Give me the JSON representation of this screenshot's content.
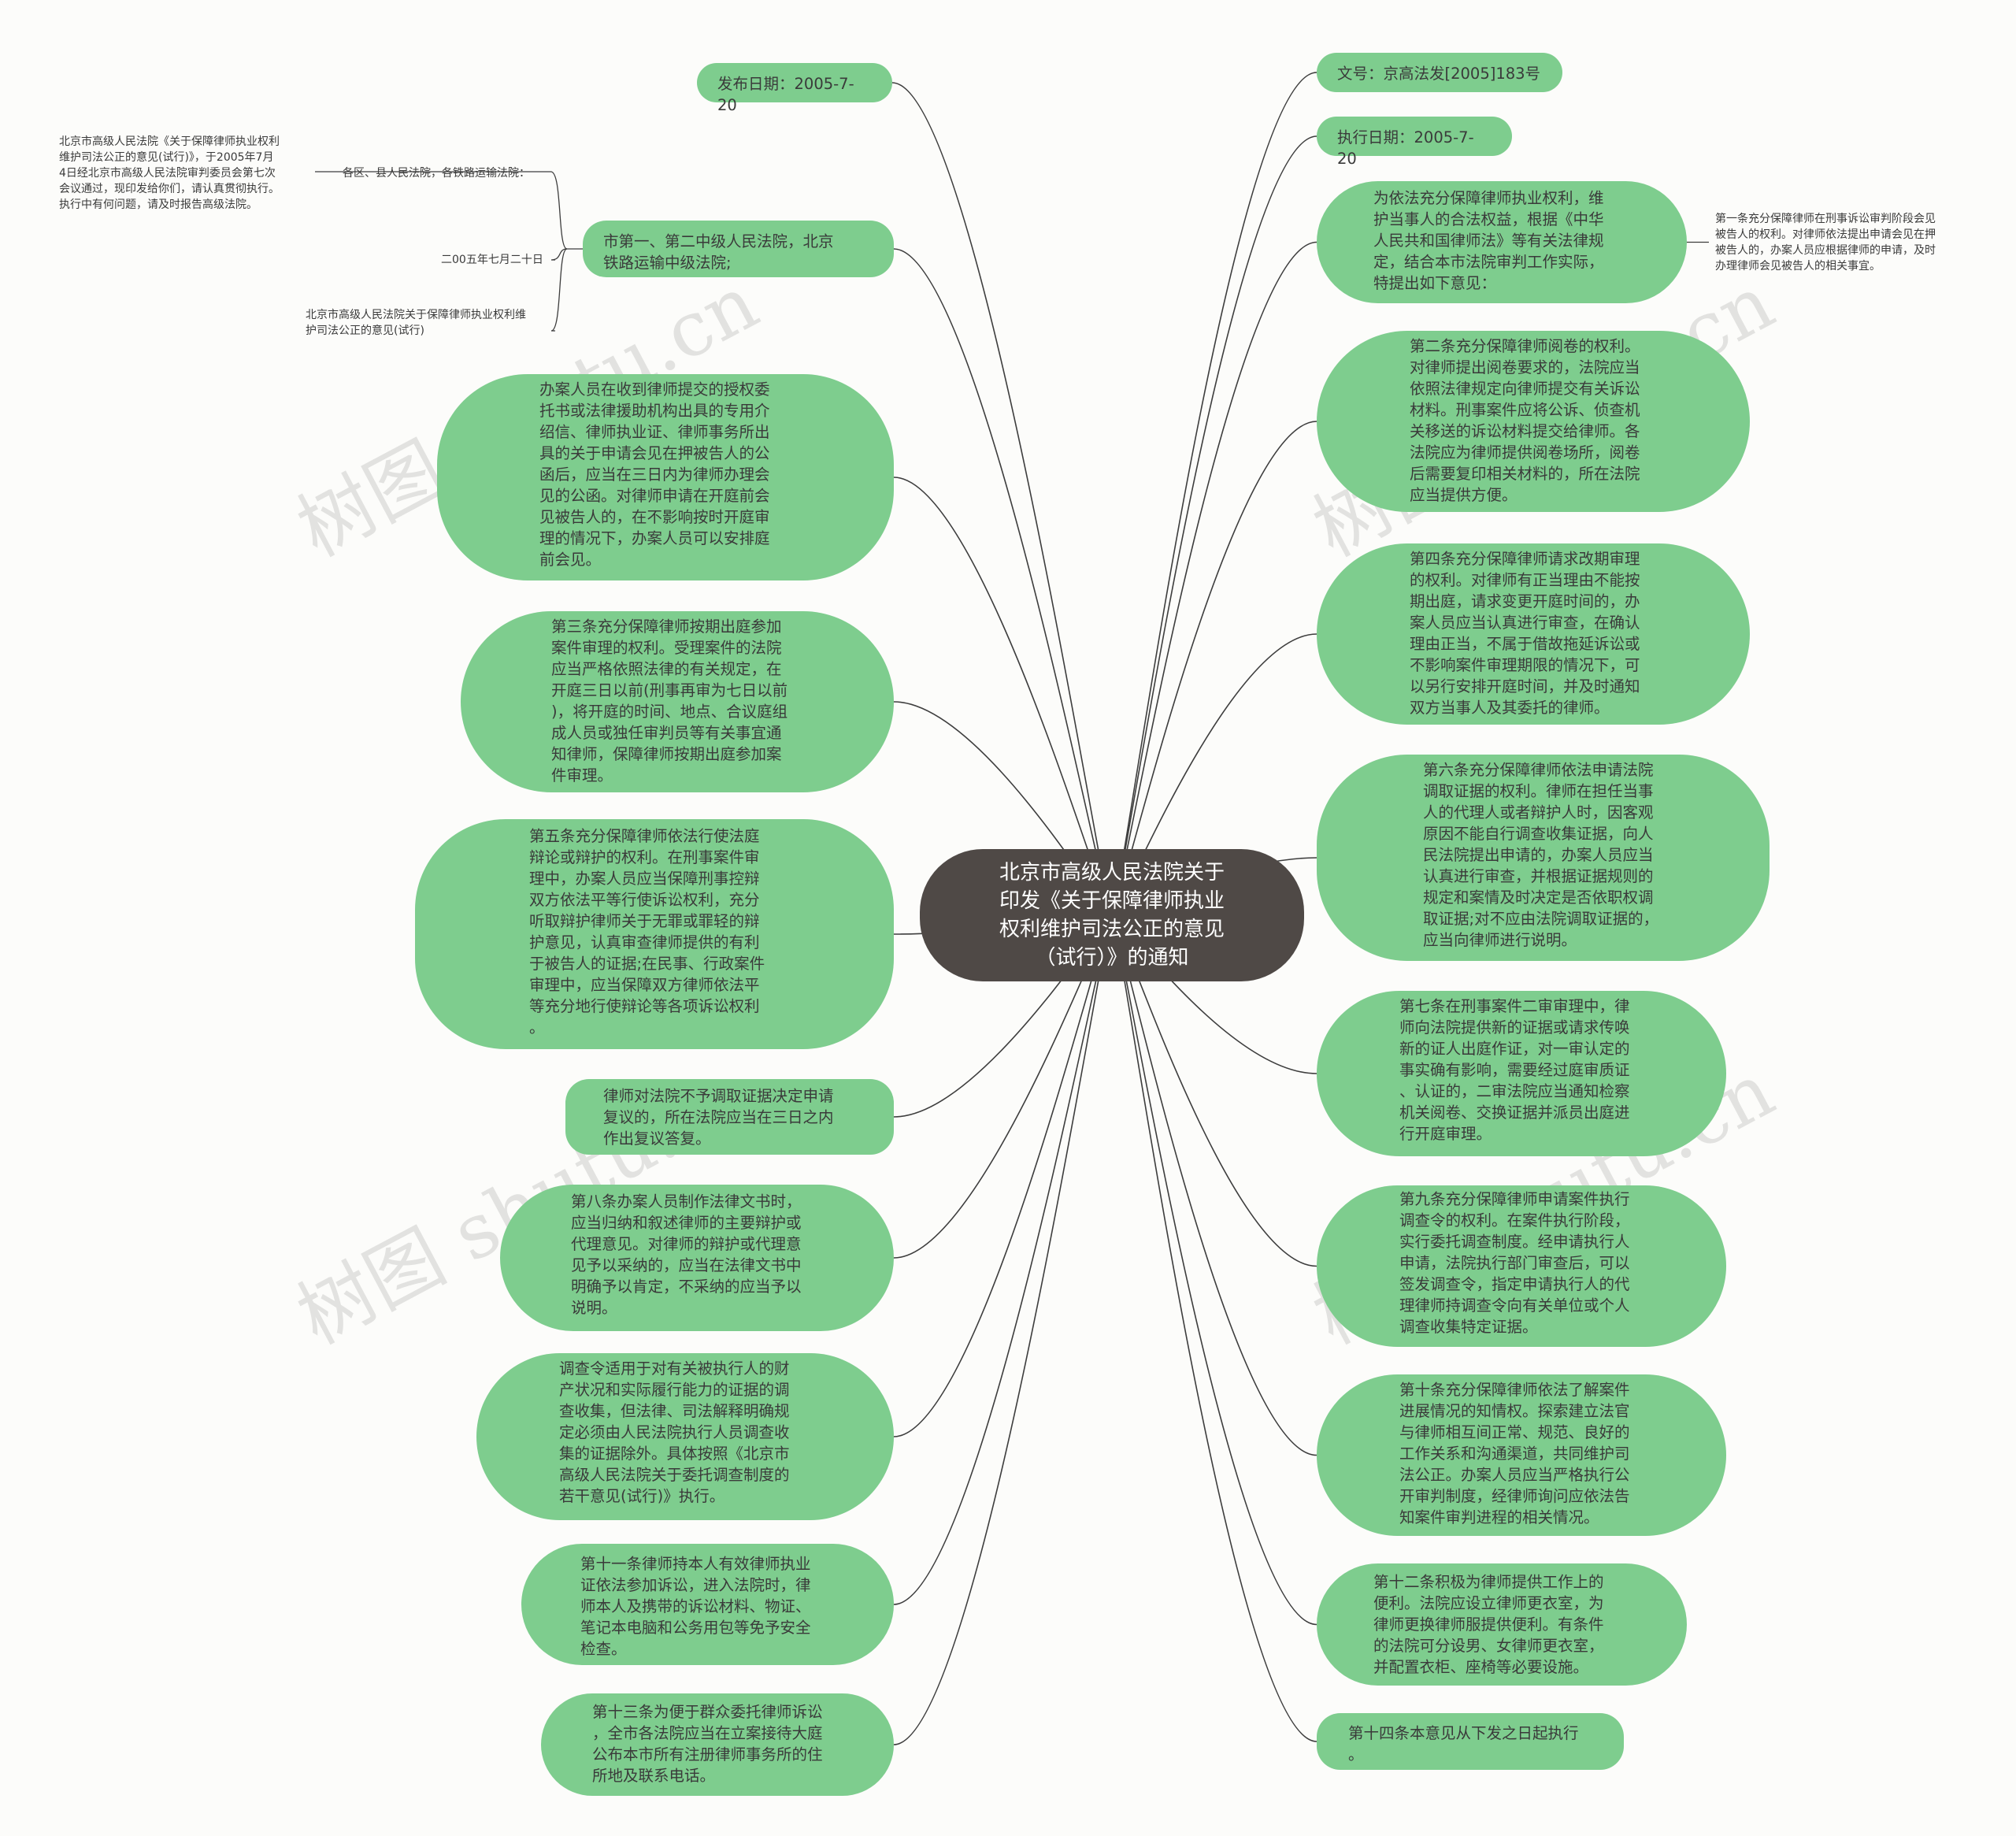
{
  "root": "北京市高级人民法院关于\n印发《关于保障律师执业\n权利维护司法公正的意见\n（试行）》的通知",
  "left": [
    {
      "text": "发布日期：2005-7-20"
    },
    {
      "text": "市第一、第二中级人民法院，北京\n铁路运输中级法院;"
    },
    {
      "text": "办案人员在收到律师提交的授权委\n托书或法律援助机构出具的专用介\n绍信、律师执业证、律师事务所出\n具的关于申请会见在押被告人的公\n函后，应当在三日内为律师办理会\n见的公函。对律师申请在开庭前会\n见被告人的，在不影响按时开庭审\n理的情况下，办案人员可以安排庭\n前会见。"
    },
    {
      "text": "第三条充分保障律师按期出庭参加\n案件审理的权利。受理案件的法院\n应当严格依照法律的有关规定，在\n开庭三日以前(刑事再审为七日以前\n)，将开庭的时间、地点、合议庭组\n成人员或独任审判员等有关事宜通\n知律师，保障律师按期出庭参加案\n件审理。"
    },
    {
      "text": "第五条充分保障律师依法行使法庭\n辩论或辩护的权利。在刑事案件审\n理中，办案人员应当保障刑事控辩\n双方依法平等行使诉讼权利，充分\n听取辩护律师关于无罪或罪轻的辩\n护意见，认真审查律师提供的有利\n于被告人的证据;在民事、行政案件\n审理中，应当保障双方律师依法平\n等充分地行使辩论等各项诉讼权利\n。"
    },
    {
      "text": "律师对法院不予调取证据决定申请\n复议的，所在法院应当在三日之内\n作出复议答复。"
    },
    {
      "text": "第八条办案人员制作法律文书时，\n应当归纳和叙述律师的主要辩护或\n代理意见。对律师的辩护或代理意\n见予以采纳的，应当在法律文书中\n明确予以肯定，不采纳的应当予以\n说明。"
    },
    {
      "text": "调查令适用于对有关被执行人的财\n产状况和实际履行能力的证据的调\n查收集，但法律、司法解释明确规\n定必须由人民法院执行人员调查收\n集的证据除外。具体按照《北京市\n高级人民法院关于委托调查制度的\n若干意见(试行)》执行。"
    },
    {
      "text": "第十一条律师持本人有效律师执业\n证依法参加诉讼，进入法院时，律\n师本人及携带的诉讼材料、物证、\n笔记本电脑和公务用包等免予安全\n检查。"
    },
    {
      "text": "第十三条为便于群众委托律师诉讼\n，全市各法院应当在立案接待大庭\n公布本市所有注册律师事务所的住\n所地及联系电话。"
    }
  ],
  "right": [
    {
      "text": "文号：京高法发[2005]183号"
    },
    {
      "text": "执行日期：2005-7-20"
    },
    {
      "text": "为依法充分保障律师执业权利，维\n护当事人的合法权益，根据《中华\n人民共和国律师法》等有关法律规\n定，结合本市法院审判工作实际，\n特提出如下意见："
    },
    {
      "text": "第二条充分保障律师阅卷的权利。\n对律师提出阅卷要求的，法院应当\n依照法律规定向律师提交有关诉讼\n材料。刑事案件应将公诉、侦查机\n关移送的诉讼材料提交给律师。各\n法院应为律师提供阅卷场所，阅卷\n后需要复印相关材料的，所在法院\n应当提供方便。"
    },
    {
      "text": "第四条充分保障律师请求改期审理\n的权利。对律师有正当理由不能按\n期出庭，请求变更开庭时间的，办\n案人员应当认真进行审查，在确认\n理由正当，不属于借故拖延诉讼或\n不影响案件审理期限的情况下，可\n以另行安排开庭时间，并及时通知\n双方当事人及其委托的律师。"
    },
    {
      "text": "第六条充分保障律师依法申请法院\n调取证据的权利。律师在担任当事\n人的代理人或者辩护人时，因客观\n原因不能自行调查收集证据，向人\n民法院提出申请的，办案人员应当\n认真进行审查，并根据证据规则的\n规定和案情及时决定是否依职权调\n取证据;对不应由法院调取证据的，\n应当向律师进行说明。"
    },
    {
      "text": "第七条在刑事案件二审审理中，律\n师向法院提供新的证据或请求传唤\n新的证人出庭作证，对一审认定的\n事实确有影响，需要经过庭审质证\n、认证的，二审法院应当通知检察\n机关阅卷、交换证据并派员出庭进\n行开庭审理。"
    },
    {
      "text": "第九条充分保障律师申请案件执行\n调查令的权利。在案件执行阶段，\n实行委托调查制度。经申请执行人\n申请，法院执行部门审查后，可以\n签发调查令，指定申请执行人的代\n理律师持调查令向有关单位或个人\n调查收集特定证据。"
    },
    {
      "text": "第十条充分保障律师依法了解案件\n进展情况的知情权。探索建立法官\n与律师相互间正常、规范、良好的\n工作关系和沟通渠道，共同维护司\n法公正。办案人员应当严格执行公\n开审判制度，经律师询问应依法告\n知案件审判进程的相关情况。"
    },
    {
      "text": "第十二条积极为律师提供工作上的\n便利。法院应设立律师更衣室，为\n律师更换律师服提供便利。有条件\n的法院可分设男、女律师更衣室，\n并配置衣柜、座椅等必要设施。"
    },
    {
      "text": "第十四条本意见从下发之日起执行\n。"
    }
  ],
  "notes": {
    "top_left": "北京市高级人民法院《关于保障律师执业权利\n维护司法公正的意见(试行)》，于2005年7月\n4日经北京市高级人民法院审判委员会第七次\n会议通过，现印发给你们，请认真贯彻执行。\n执行中有何问题，请及时报告高级法院。",
    "recipients": "各区、县人民法院，各铁路运输法院：",
    "date": "二00五年七月二十日",
    "issuer": "北京市高级人民法院关于保障律师执业权利维\n护司法公正的意见(试行)",
    "article_one": "第一条充分保障律师在刑事诉讼审判阶段会见\n被告人的权利。对律师依法提出申请会见在押\n被告人的，办案人员应根据律师的申请，及时\n办理律师会见被告人的相关事宜。"
  },
  "watermark": "树图 shutu.cn",
  "colors": {
    "node_fill": "#7ecd8e",
    "root_fill": "#4f4946",
    "link": "#3d3d3d",
    "background": "#fcfcfa"
  }
}
